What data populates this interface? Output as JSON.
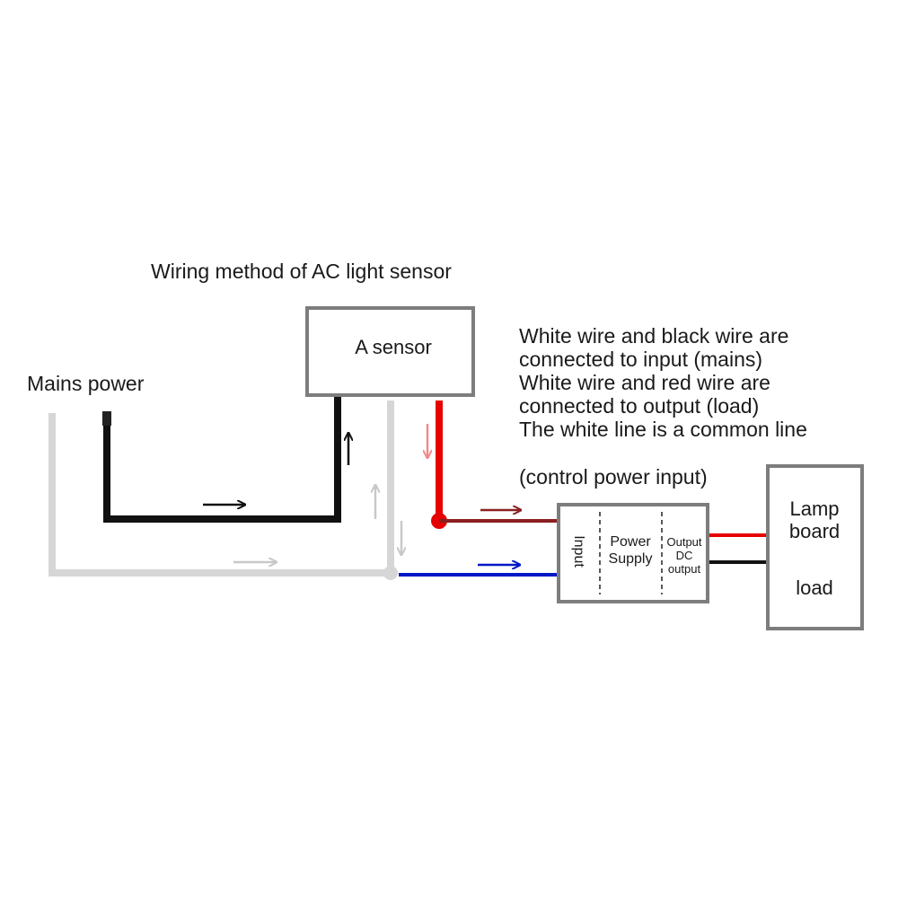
{
  "title": "Wiring method of AC light sensor",
  "labels": {
    "mains_power": "Mains power",
    "sensor": "A sensor",
    "control_input": "(control power input)",
    "psu_input": "Input",
    "psu_power": "Power",
    "psu_supply": "Supply",
    "psu_output": "Output",
    "psu_dc": "DC",
    "psu_output2": "output",
    "lamp_line1": "Lamp",
    "lamp_line2": "board",
    "lamp_load": "load"
  },
  "notes": [
    "White wire and black wire are",
    "connected to input (mains)",
    "White wire and red wire are",
    "connected to output (load)",
    "The white line is a common line"
  ],
  "colors": {
    "black_wire": "#111111",
    "white_wire": "#d6d6d6",
    "red_wire": "#e60000",
    "dark_red_wire": "#8b2020",
    "blue_wire": "#0018c8",
    "box_border": "#7d7d7d"
  }
}
